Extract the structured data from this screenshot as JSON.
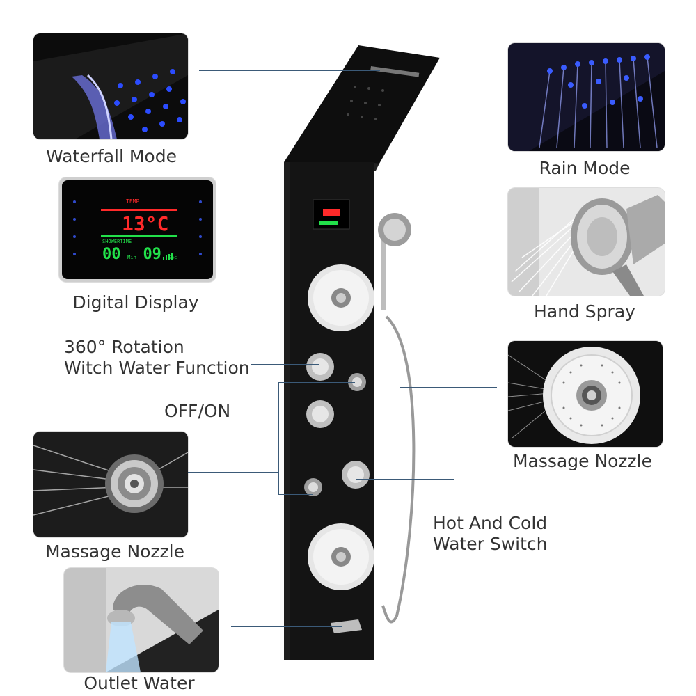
{
  "labels": {
    "waterfall": "Waterfall Mode",
    "rain": "Rain Mode",
    "display": "Digital Display",
    "hand_spray": "Hand Spray",
    "rotation_line1": "360° Rotation",
    "rotation_line2": "Witch Water Function",
    "massage_right": "Massage Nozzle",
    "offon": "OFF/ON",
    "massage_left": "Massage Nozzle",
    "hotcold_line1": "Hot And Cold",
    "hotcold_line2": "Water Switch",
    "outlet": "Outlet Water"
  },
  "display": {
    "temp_label": "TEMP",
    "temperature": "13°C",
    "timer_label": "SHOWERTIME",
    "minutes": "00",
    "min_unit": "Min",
    "seconds": "09",
    "sec_unit": "Sec"
  },
  "colors": {
    "panel": "#141414",
    "leader_line": "#3b5a78",
    "led_blue": "#3a5cff",
    "display_red": "#ff2a2a",
    "display_green": "#22e04a"
  }
}
